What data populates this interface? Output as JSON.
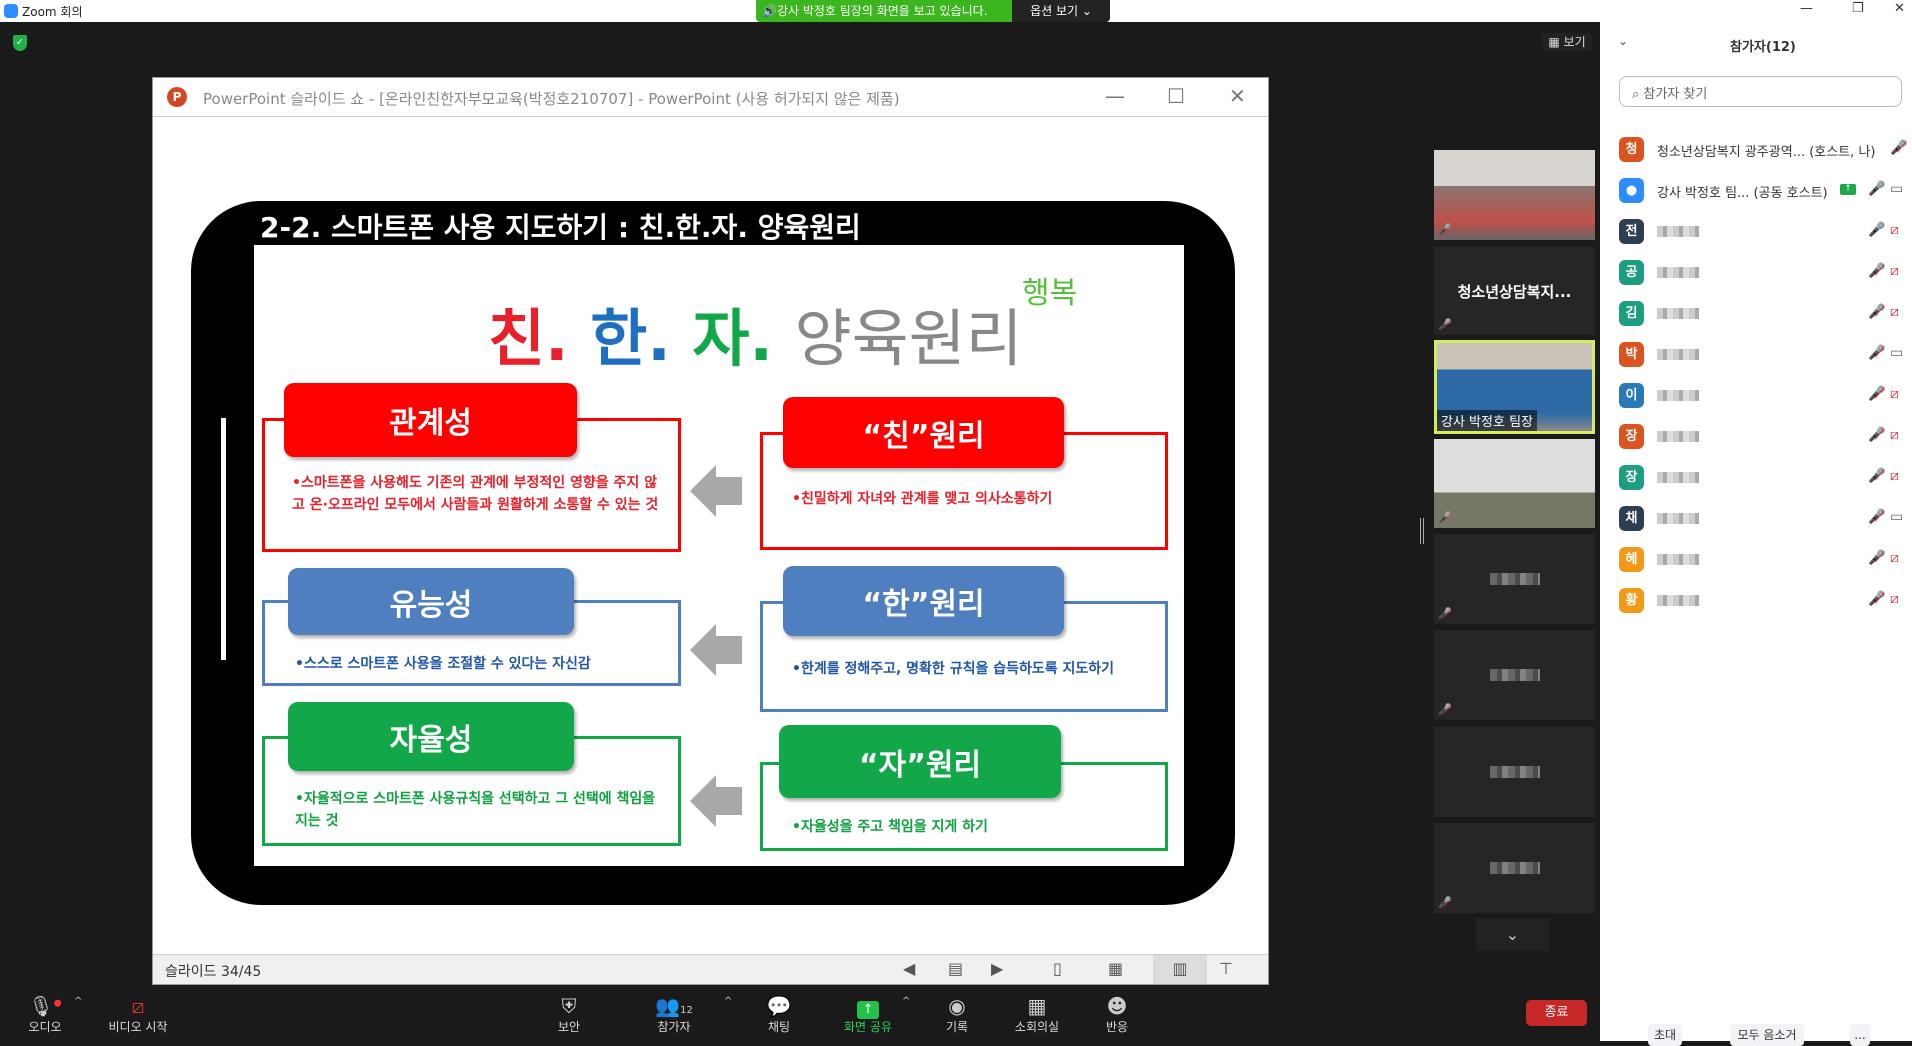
{
  "window": {
    "title": "Zoom 회의",
    "minimize": "—",
    "restore": "❐",
    "close": "✕"
  },
  "banner": {
    "text": "🔊강사 박정호 팀장의 화면을 보고 있습니다.",
    "options": "옵션 보기 ⌄"
  },
  "view_button": "▦ 보기",
  "ppt": {
    "title": "PowerPoint 슬라이드 쇼 - [온라인친한자부모교육(박정호210707] - PowerPoint (사용 허가되지 않은 제품)",
    "logo": "P",
    "slide_indicator": "슬라이드 34/45"
  },
  "slide": {
    "title": "2-2. 스마트폰 사용 지도하기 : 친.한.자. 양육원리",
    "big_title": {
      "chin": "친.",
      "han": "한.",
      "ja": "자.",
      "rest": "양육원리"
    },
    "happy": "행복",
    "left": [
      {
        "label": "관계성",
        "text": "•스마트폰을 사용해도 기존의 관계에 부정적인 영향을 주지 않고 온·오프라인 모두에서 사람들과 원활하게 소통할 수 있는 것"
      },
      {
        "label": "유능성",
        "text": "•스스로 스마트폰 사용을 조절할 수 있다는 자신감"
      },
      {
        "label": "자율성",
        "text": "•자율적으로 스마트폰 사용규칙을 선택하고 그 선택에 책임을 지는 것"
      }
    ],
    "right": [
      {
        "label": "“친”원리",
        "text": "•친밀하게 자녀와 관계를 맺고 의사소통하기"
      },
      {
        "label": "“한”원리",
        "text": "•한계를 정해주고, 명확한 규칙을 습득하도록 지도하기"
      },
      {
        "label": "“자”원리",
        "text": "•자율성을 주고 책임을 지게 하기"
      }
    ],
    "colors": {
      "red": "#ff0000",
      "blue": "#4f7fbf",
      "green": "#12a84a"
    }
  },
  "tiles": {
    "name_tile": "청소년상담복지...",
    "speaker": "강사 박정호 팀장"
  },
  "panel": {
    "title": "참가자(12)",
    "search_placeholder": "참가자 찾기",
    "participants": [
      {
        "initial": "청",
        "color": "#d9541e",
        "name": "청소년상담복지 광주광역... (호스트, 나)",
        "mic": "muted",
        "video": "none"
      },
      {
        "initial": "",
        "color": "#2d8cff",
        "name": "강사 박정호 팀... (공동 호스트)",
        "mic": "on",
        "video": "on",
        "sharing": true
      },
      {
        "initial": "전",
        "color": "#2d3e50",
        "mic": "on",
        "video": "off"
      },
      {
        "initial": "공",
        "color": "#1e9e80",
        "mic": "muted",
        "video": "off"
      },
      {
        "initial": "김",
        "color": "#1e9e80",
        "mic": "muted",
        "video": "off"
      },
      {
        "initial": "박",
        "color": "#d9541e",
        "mic": "muted",
        "video": "on"
      },
      {
        "initial": "이",
        "color": "#2a7ab8",
        "mic": "muted",
        "video": "off"
      },
      {
        "initial": "장",
        "color": "#d9541e",
        "mic": "muted",
        "video": "off"
      },
      {
        "initial": "장",
        "color": "#1e9e80",
        "mic": "muted",
        "video": "off"
      },
      {
        "initial": "채",
        "color": "#2d3e50",
        "mic": "muted",
        "video": "on"
      },
      {
        "initial": "혜",
        "color": "#f29a18",
        "mic": "muted",
        "video": "off"
      },
      {
        "initial": "황",
        "color": "#f29a18",
        "mic": "muted",
        "video": "off"
      }
    ],
    "invite": "초대",
    "mute_all": "모두 음소거",
    "more": "..."
  },
  "toolbar": {
    "audio": "오디오",
    "video": "비디오 시작",
    "security": "보안",
    "participants": "참가자",
    "participants_count": "12",
    "chat": "채팅",
    "share": "화면 공유",
    "record": "기록",
    "breakout": "소회의실",
    "reactions": "반응",
    "end": "종료"
  }
}
